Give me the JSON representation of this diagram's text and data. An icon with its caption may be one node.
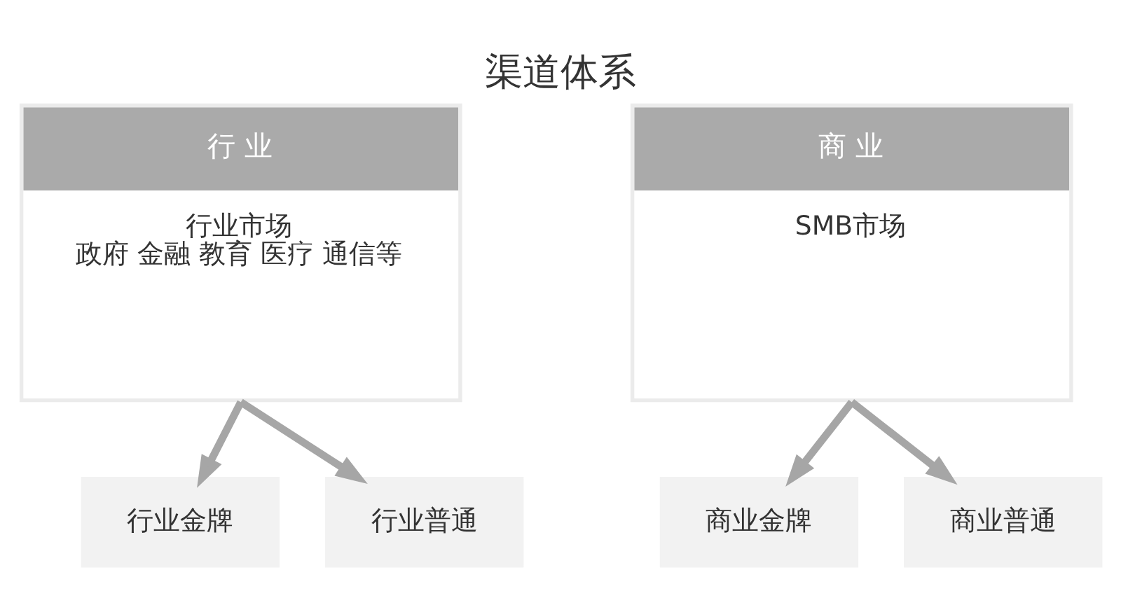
{
  "diagram": {
    "title": "渠道体系",
    "nodes": [
      {
        "text": [
          "行 业",
          "行业市场",
          "政府 金融 教育 医疗 通信等"
        ]
      },
      {
        "text": [
          "行业金牌"
        ]
      },
      {
        "text": [
          "行业普通"
        ]
      },
      {
        "text": [
          "商 业",
          "SMB市场"
        ]
      },
      {
        "text": [
          "商业金牌"
        ]
      },
      {
        "text": [
          "商业普通"
        ]
      }
    ],
    "edges": [
      {
        "from": 0,
        "to": 1,
        "arrow": "to"
      },
      {
        "from": 0,
        "to": 2,
        "arrow": "to"
      },
      {
        "from": 3,
        "to": 4,
        "arrow": "to"
      },
      {
        "from": 3,
        "to": 5,
        "arrow": "to"
      }
    ]
  }
}
